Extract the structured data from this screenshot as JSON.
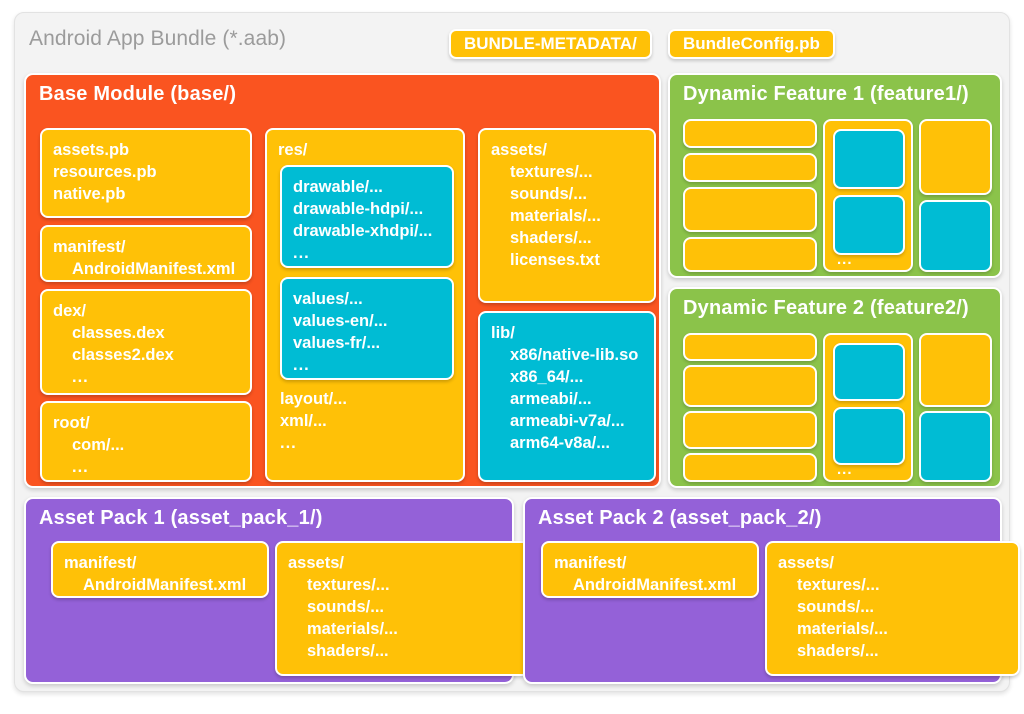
{
  "frame": {
    "title": "Android App Bundle (*.aab)",
    "meta_chips": [
      "BUNDLE-METADATA/",
      "BundleConfig.pb"
    ]
  },
  "colors": {
    "background": "#f3f3f3",
    "base_module": "#FA5420",
    "dynamic_feature": "#8BC34A",
    "asset_pack": "#9461D8",
    "card_yellow": "#FFC107",
    "card_cyan": "#00BCD4",
    "title_text": "#9b9b9b",
    "card_text": "#ffffff"
  },
  "base_module": {
    "title": "Base Module (base/)",
    "col1": [
      {
        "name": "proto-card",
        "lines": [
          "assets.pb",
          "resources.pb",
          "native.pb"
        ]
      },
      {
        "name": "manifest-card",
        "lines": [
          "manifest/",
          "AndroidManifest.xml"
        ]
      },
      {
        "name": "dex-card",
        "lines": [
          "dex/",
          "classes.dex",
          "classes2.dex",
          "..."
        ]
      },
      {
        "name": "root-card",
        "lines": [
          "root/",
          "com/...",
          "..."
        ]
      }
    ],
    "res": {
      "label": "res/",
      "drawable": [
        "drawable/...",
        "drawable-hdpi/...",
        "drawable-xhdpi/...",
        "..."
      ],
      "values": [
        "values/...",
        "values-en/...",
        "values-fr/...",
        "..."
      ],
      "tail": [
        "layout/...",
        "xml/...",
        "..."
      ]
    },
    "assets": {
      "label": "assets/",
      "items": [
        "textures/...",
        "sounds/...",
        "materials/...",
        "shaders/...",
        "licenses.txt"
      ]
    },
    "lib": {
      "label": "lib/",
      "items": [
        "x86/native-lib.so",
        "x86_64/...",
        "armeabi/...",
        "armeabi-v7a/...",
        "arm64-v8a/..."
      ]
    }
  },
  "dynamic_features": [
    {
      "title": "Dynamic Feature 1 (feature1/)",
      "ellipsis": "..."
    },
    {
      "title": "Dynamic Feature 2 (feature2/)",
      "ellipsis": "..."
    }
  ],
  "asset_packs": [
    {
      "title": "Asset Pack 1 (asset_pack_1/)",
      "manifest": [
        "manifest/",
        "AndroidManifest.xml"
      ],
      "assets": [
        "assets/",
        "textures/...",
        "sounds/...",
        "materials/...",
        "shaders/..."
      ]
    },
    {
      "title": "Asset Pack 2 (asset_pack_2/)",
      "manifest": [
        "manifest/",
        "AndroidManifest.xml"
      ],
      "assets": [
        "assets/",
        "textures/...",
        "sounds/...",
        "materials/...",
        "shaders/..."
      ]
    }
  ]
}
